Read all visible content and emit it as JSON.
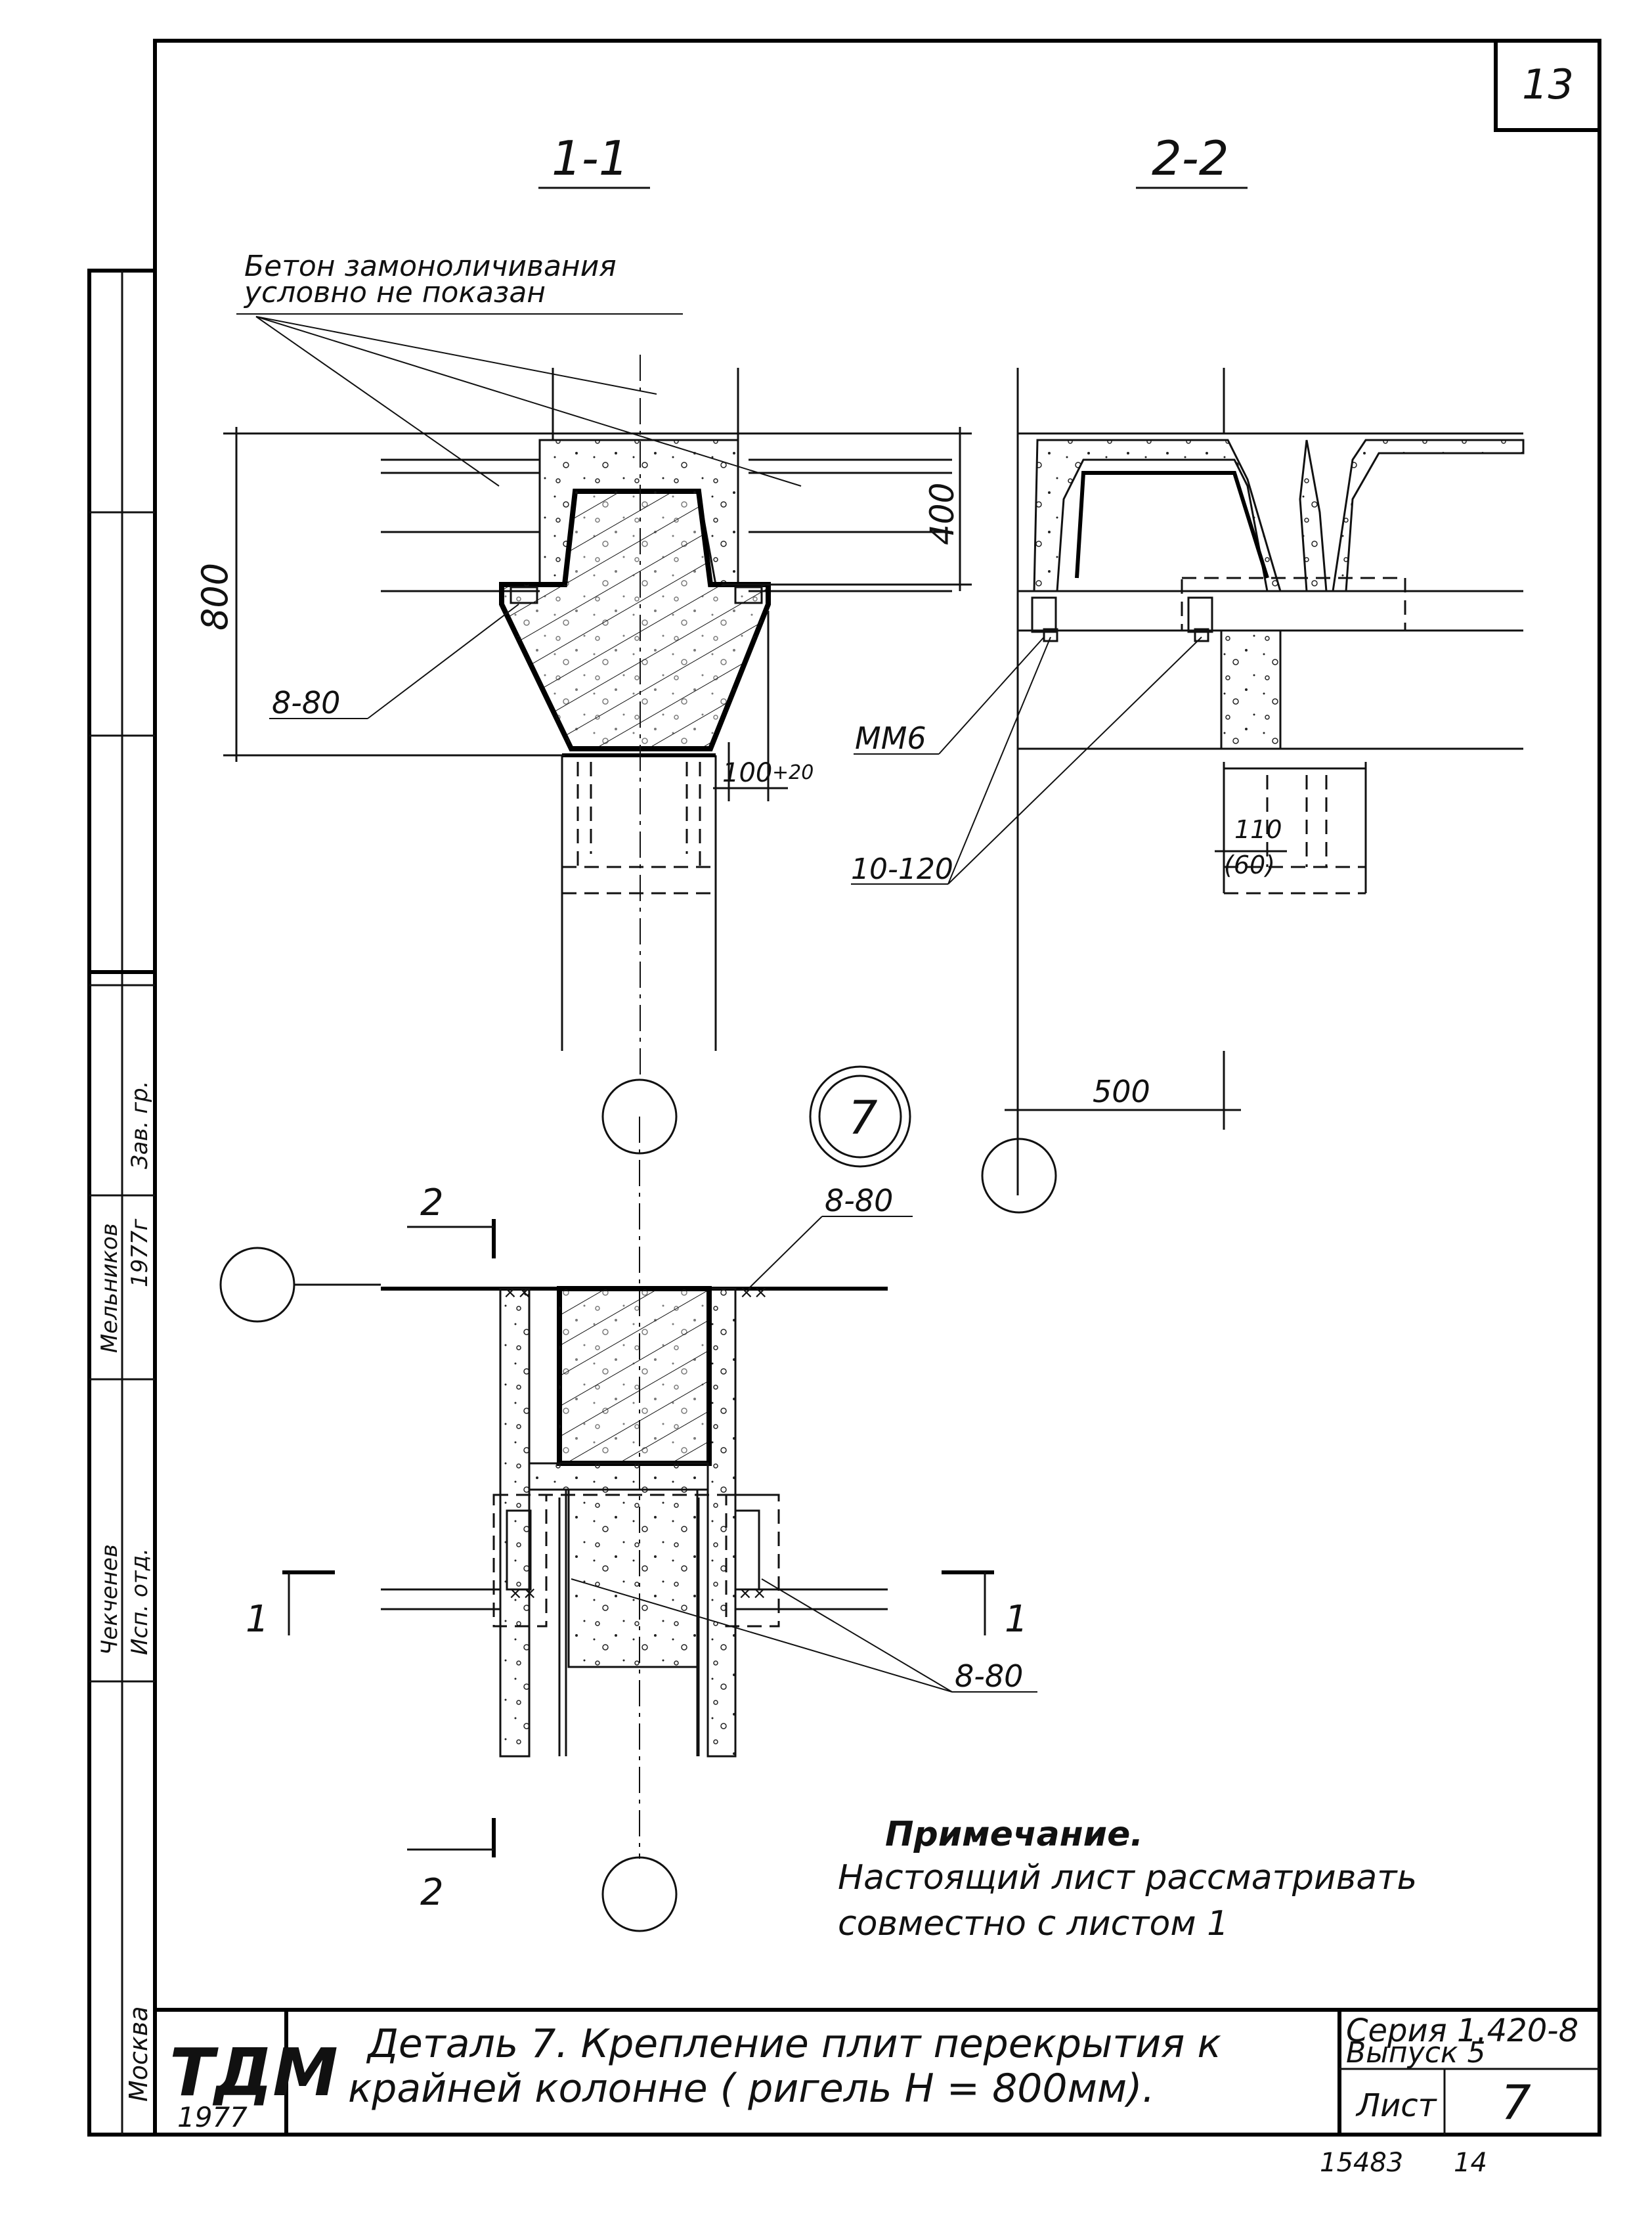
{
  "sheet": {
    "page_number": "13",
    "section_1_label": "1-1",
    "section_2_label": "2-2",
    "callout_concrete_line1": "Бетон замоноличивания",
    "callout_concrete_line2": "условно не показан",
    "dim_800": "800",
    "dim_400": "400",
    "dim_100": "100",
    "dim_20": "+20",
    "dim_500": "500",
    "dim_110": "110",
    "dim_60": "(60)",
    "weld_8_80": "8-80",
    "weld_10_120": "10-120",
    "part_mm6": "ММ6",
    "detail_number": "7",
    "cut_mark_1": "1",
    "cut_mark_2": "2",
    "note_title": "Примечание.",
    "note_line1": "Настоящий лист рассматривать",
    "note_line2": "совместно с листом  1",
    "sidebar_name_1": "Чекченев",
    "sidebar_name_2": "Мельников",
    "sidebar_role_1": "Исп. отд.",
    "sidebar_role_2": "Зав. гр.",
    "sidebar_year": "1977г",
    "sidebar_org": "Москва"
  },
  "title_block": {
    "logo": "ТДМ",
    "logo_year": "1977",
    "title_line1": "Деталь 7. Крепление плит перекрытия к",
    "title_line2": "крайней колонне ( ригель Н = 800мм).",
    "series_line1": "Серия 1.420-8",
    "series_line2": "Выпуск 5",
    "sheet_label": "Лист",
    "sheet_number": "7"
  },
  "stamp": {
    "archive_number": "15483",
    "archive_sheet": "14"
  }
}
